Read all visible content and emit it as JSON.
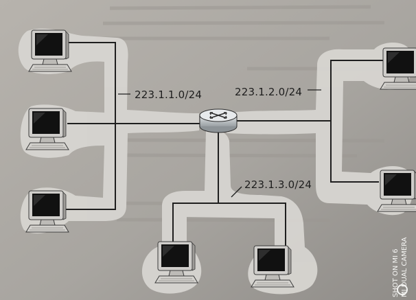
{
  "subnets": [
    {
      "address": "223.1.1.0/24"
    },
    {
      "address": "223.1.2.0/24"
    },
    {
      "address": "223.1.3.0/24"
    }
  ],
  "watermark": {
    "line1": "SHOT ON MI 6",
    "line2": "MI DUAL CAMERA"
  },
  "colors": {
    "page_background": "#a9a6a1",
    "subnet_halo": "#d7d5d1",
    "link_line": "#1e1e1e",
    "router_body": "#cfd3d6",
    "computer_body": "#cfcdca",
    "screen": "#111111"
  },
  "icons": [
    "router-icon",
    "computer-icon"
  ]
}
